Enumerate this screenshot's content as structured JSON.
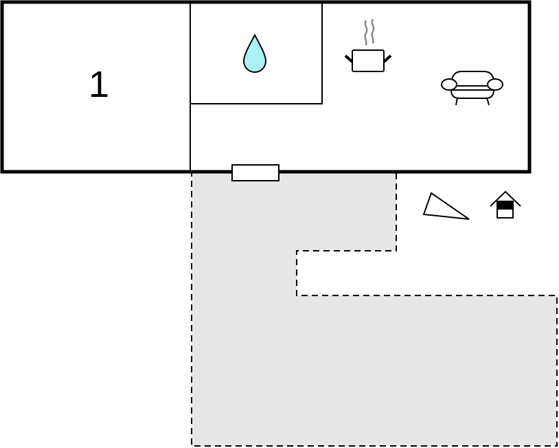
{
  "plan": {
    "rooms": [
      {
        "label": "1",
        "type": "bedroom"
      },
      {
        "type": "bathroom",
        "icon": "water-drop-icon"
      },
      {
        "type": "kitchen-living",
        "icons": [
          "cooking-pot-icon",
          "sofa-icon"
        ]
      }
    ],
    "outdoor": {
      "type": "terrace",
      "icons": [
        "sun-lounger-icon",
        "outdoor-house-icon"
      ]
    }
  },
  "colors": {
    "wall": "#000000",
    "terrace_fill": "#e6e6e6",
    "water": "#aaf0f4",
    "steam": "#888888"
  }
}
